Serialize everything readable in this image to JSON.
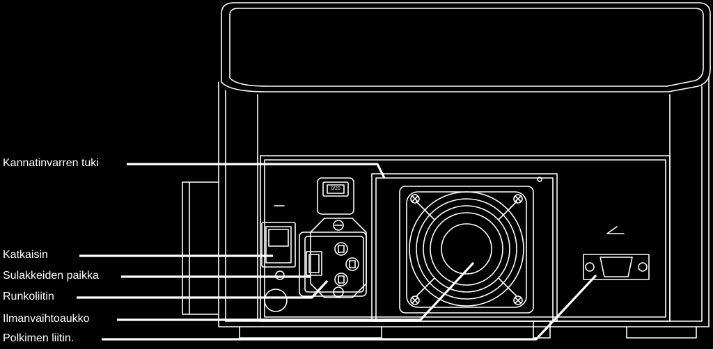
{
  "labels": {
    "handle_support": "Kannatinvarren tuki",
    "switch": "Katkaisin",
    "fuse_holder": "Sulakkeiden paikka",
    "ground_terminal": "Runkoliitin",
    "vent": "Ilmanvaihtoaukko",
    "pedal_connector": "Polkimen liitin."
  },
  "switch_text": "0/20",
  "colors": {
    "background": "#000000",
    "line": "#ffffff"
  }
}
